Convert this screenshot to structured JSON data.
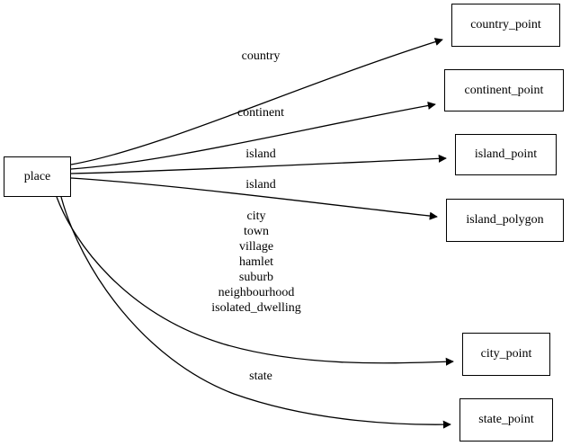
{
  "graph": {
    "title": "place",
    "source_node": {
      "id": "place",
      "label": "place"
    },
    "target_nodes": [
      {
        "id": "country_point",
        "label": "country_point"
      },
      {
        "id": "continent_point",
        "label": "continent_point"
      },
      {
        "id": "island_point",
        "label": "island_point"
      },
      {
        "id": "island_polygon",
        "label": "island_polygon"
      },
      {
        "id": "city_point",
        "label": "city_point"
      },
      {
        "id": "state_point",
        "label": "state_point"
      }
    ],
    "edges": [
      {
        "from": "place",
        "to": "country_point",
        "label": "country"
      },
      {
        "from": "place",
        "to": "continent_point",
        "label": "continent"
      },
      {
        "from": "place",
        "to": "island_point",
        "label": "island"
      },
      {
        "from": "place",
        "to": "island_polygon",
        "label": "island"
      },
      {
        "from": "place",
        "to": "city_point",
        "label": "city\ntown\nvillage\nhamlet\nsuburb\nneighbourhood\nisolated_dwelling"
      },
      {
        "from": "place",
        "to": "state_point",
        "label": "state"
      }
    ],
    "edge_labels": {
      "country": "country",
      "continent": "continent",
      "island_a": "island",
      "island_b": "island",
      "city_multi": "city\ntown\nvillage\nhamlet\nsuburb\nneighbourhood\nisolated_dwelling",
      "state": "state"
    },
    "colors": {
      "background": "#ffffff",
      "stroke": "#000000",
      "text": "#000000",
      "node_fill": "#ffffff"
    }
  }
}
